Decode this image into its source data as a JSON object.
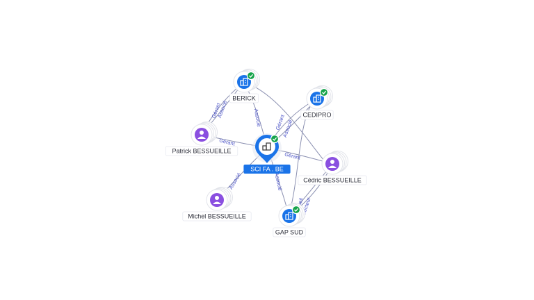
{
  "colors": {
    "company": "#1a73e8",
    "person": "#8a4fe0",
    "check": "#15a34a",
    "edge": "#8a8fb0",
    "edge_label": "#4e56c8"
  },
  "center": {
    "id": "sci",
    "label": "SCI FA . BE",
    "icon": "building-icon",
    "verified": true
  },
  "nodes": [
    {
      "id": "berick",
      "label": "BERICK",
      "type": "company",
      "icon": "building-icon",
      "verified": true
    },
    {
      "id": "cedipro",
      "label": "CEDIPRO",
      "type": "company",
      "icon": "building-icon",
      "verified": true
    },
    {
      "id": "patrick",
      "label": "Patrick BESSUEILLE",
      "type": "person",
      "icon": "person-icon",
      "verified": false
    },
    {
      "id": "cedric",
      "label": "Cédric BESSUEILLE",
      "type": "person",
      "icon": "person-icon",
      "verified": false
    },
    {
      "id": "michel",
      "label": "Michel BESSUEILLE",
      "type": "person",
      "icon": "person-icon",
      "verified": false
    },
    {
      "id": "gapsud",
      "label": "GAP SUD",
      "type": "company",
      "icon": "building-icon",
      "verified": true
    }
  ],
  "edges": [
    {
      "from": "berick",
      "to": "sci",
      "label": "Associé"
    },
    {
      "from": "patrick",
      "to": "berick",
      "label": "Gérant"
    },
    {
      "from": "patrick",
      "to": "berick",
      "label": "Associé"
    },
    {
      "from": "patrick",
      "to": "sci",
      "label": "Gérant"
    },
    {
      "from": "cedipro",
      "to": "sci",
      "label": "Gérant"
    },
    {
      "from": "cedipro",
      "to": "sci",
      "label": "Associé"
    },
    {
      "from": "cedric",
      "to": "sci",
      "label": "Gérant"
    },
    {
      "from": "cedric",
      "to": "gapsud",
      "label": "Conseil"
    },
    {
      "from": "cedric",
      "to": "gapsud",
      "label": "Directeur"
    },
    {
      "from": "michel",
      "to": "sci",
      "label": "Associé"
    },
    {
      "from": "gapsud",
      "to": "sci",
      "label": "Associé"
    }
  ]
}
